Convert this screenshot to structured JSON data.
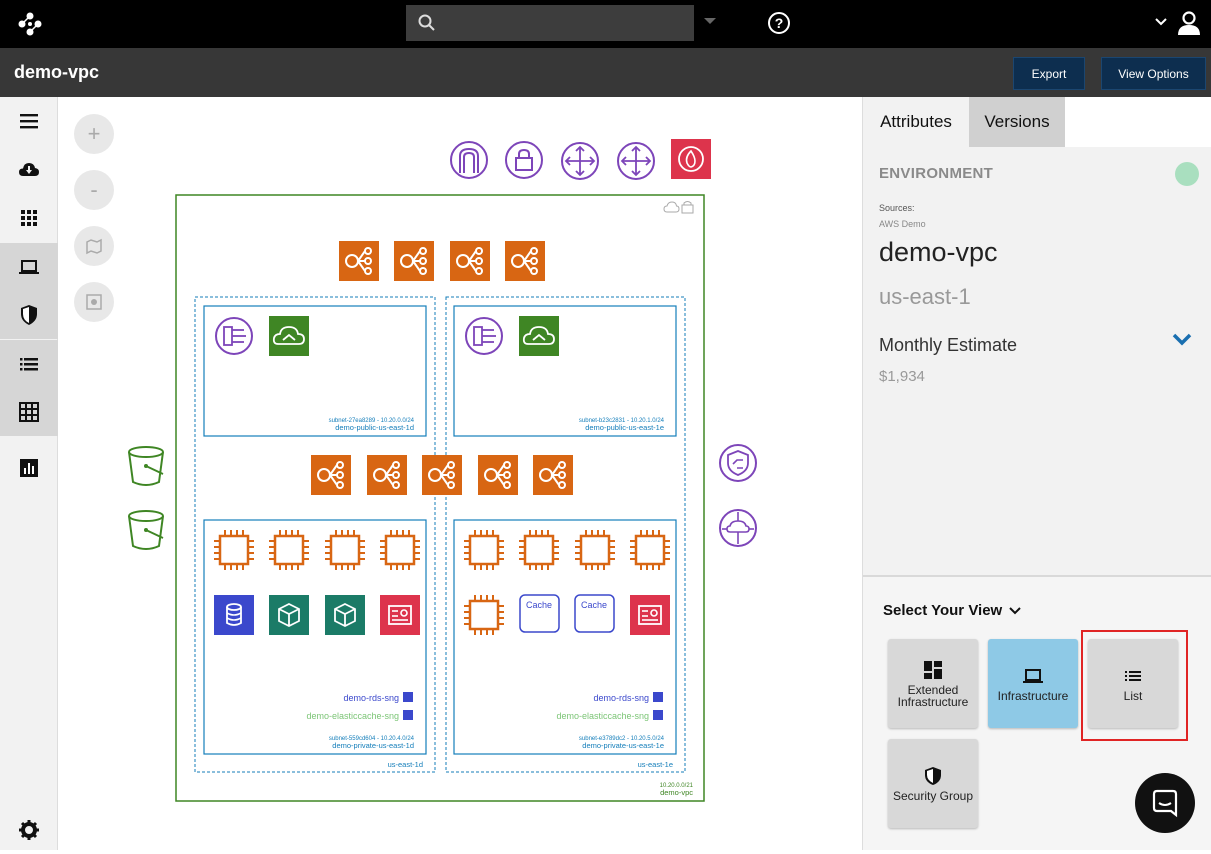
{
  "topbar": {
    "search_placeholder": "",
    "icons": [
      "app-logo-icon",
      "search-icon",
      "chevron-down-icon",
      "help-icon",
      "chevron-down-icon",
      "user-icon"
    ]
  },
  "header": {
    "title": "demo-vpc",
    "export_label": "Export",
    "view_options_label": "View Options"
  },
  "sidebar": {
    "items": [
      {
        "icon": "menu-icon"
      },
      {
        "icon": "cloud-download-icon"
      },
      {
        "icon": "grid-apps-icon"
      },
      {
        "icon": "laptop-icon",
        "active": true
      },
      {
        "icon": "shield-icon",
        "active": true
      },
      {
        "icon": "list-icon",
        "active": true
      },
      {
        "icon": "table-icon",
        "active": true
      },
      {
        "icon": "bar-chart-icon"
      },
      {
        "icon": "settings-icon"
      }
    ]
  },
  "canvas": {
    "zoom_in": "+",
    "zoom_out": "-",
    "vpc": {
      "cidr": "10.20.0.0/21",
      "name": "demo-vpc"
    },
    "zones": [
      {
        "name": "us-east-1d",
        "public_subnet": {
          "id": "subnet-27ea8289 - 10.20.0.0/24",
          "name": "demo-public-us-east-1d"
        },
        "private_subnet": {
          "id": "subnet-559cd604 - 10.20.4.0/24",
          "name": "demo-private-us-east-1d"
        },
        "rds_sng": "demo-rds-sng",
        "elasticache_sng": "demo-elasticcache-sng"
      },
      {
        "name": "us-east-1e",
        "public_subnet": {
          "id": "subnet-b23c2831 - 10.20.1.0/24",
          "name": "demo-public-us-east-1e"
        },
        "private_subnet": {
          "id": "subnet-e3789dc2 - 10.20.5.0/24",
          "name": "demo-private-us-east-1e"
        },
        "rds_sng": "demo-rds-sng",
        "elasticache_sng": "demo-elasticcache-sng"
      }
    ],
    "cache_label": "Cache",
    "colors": {
      "orange": "#d86613",
      "green": "#3f8624",
      "purple": "#7d45b9",
      "blue": "#3b48cc",
      "teal": "#1b7b67",
      "red": "#dd344c",
      "vpc_border": "#3f8624",
      "subnet_border": "#147eba"
    }
  },
  "panel": {
    "tabs": [
      "Attributes",
      "Versions"
    ],
    "environment_label": "ENVIRONMENT",
    "sources_label": "Sources:",
    "sources_value": "AWS Demo",
    "title": "demo-vpc",
    "region": "us-east-1",
    "monthly_label": "Monthly Estimate",
    "monthly_value": "$1,934",
    "view_title": "Select Your View",
    "views": [
      {
        "label": "Extended Infrastructure",
        "icon": "dashboard-icon"
      },
      {
        "label": "Infrastructure",
        "icon": "laptop-icon",
        "active": true
      },
      {
        "label": "List",
        "icon": "list-icon",
        "highlighted": true
      },
      {
        "label": "Security Group",
        "icon": "shield-icon"
      }
    ]
  }
}
